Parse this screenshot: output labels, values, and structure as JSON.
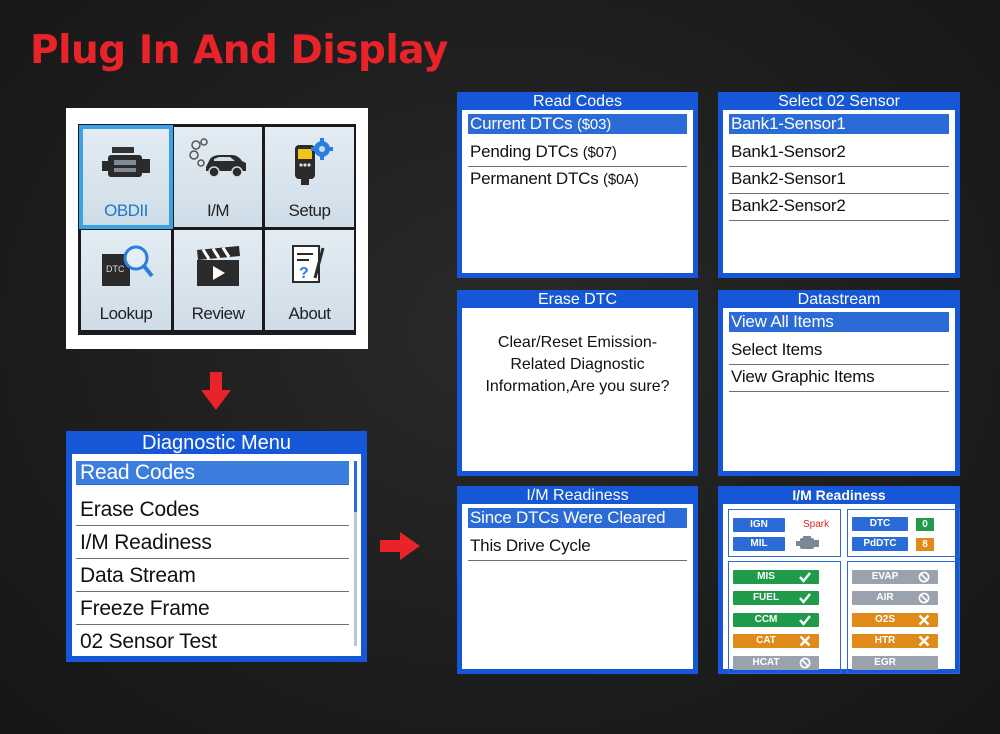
{
  "headline": "Plug In And Display",
  "main_menu": {
    "tiles": [
      {
        "label": "OBDII",
        "icon": "engine-icon",
        "selected": true
      },
      {
        "label": "I/M",
        "icon": "car-emission-icon"
      },
      {
        "label": "Setup",
        "icon": "scanner-gear-icon"
      },
      {
        "label": "Lookup",
        "icon": "dtc-magnifier-icon",
        "badge": "DTC"
      },
      {
        "label": "Review",
        "icon": "clapperboard-icon"
      },
      {
        "label": "About",
        "icon": "document-question-icon"
      }
    ]
  },
  "diagnostic_menu": {
    "title": "Diagnostic Menu",
    "items": [
      "Read Codes",
      "Erase Codes",
      "I/M Readiness",
      "Data Stream",
      "Freeze Frame",
      "02 Sensor Test"
    ],
    "selected_index": 0
  },
  "read_codes": {
    "title": "Read Codes",
    "items": [
      {
        "label": "Current DTCs ",
        "code": "($03)"
      },
      {
        "label": "Pending DTCs ",
        "code": "($07)"
      },
      {
        "label": "Permanent DTCs ",
        "code": "($0A)"
      }
    ]
  },
  "select_o2": {
    "title": "Select 02 Sensor",
    "items": [
      "Bank1-Sensor1",
      "Bank1-Sensor2",
      "Bank2-Sensor1",
      "Bank2-Sensor2"
    ]
  },
  "erase_dtc": {
    "title": "Erase DTC",
    "lines": [
      "Clear/Reset Emission-",
      "Related Diagnostic",
      "Information,Are you sure?"
    ]
  },
  "datastream": {
    "title": "Datastream",
    "items": [
      "View All Items",
      "Select Items",
      "View Graphic Items"
    ]
  },
  "im_readiness_menu": {
    "title": "I/M Readiness",
    "items": [
      "Since DTCs Were Cleared",
      "This Drive Cycle"
    ]
  },
  "im_readiness_status": {
    "title": "I/M Readiness",
    "ign": "IGN",
    "spark": "Spark",
    "mil": "MIL",
    "dtc": "DTC",
    "dtc_value": "0",
    "pddtc": "PdDTC",
    "pddtc_value": "8",
    "left_monitors": [
      {
        "name": "MIS",
        "status": "check",
        "color": "#1f9b4a"
      },
      {
        "name": "FUEL",
        "status": "check",
        "color": "#1f9b4a"
      },
      {
        "name": "CCM",
        "status": "check",
        "color": "#1f9b4a"
      },
      {
        "name": "CAT",
        "status": "cross",
        "color": "#e08a1a"
      },
      {
        "name": "HCAT",
        "status": "na",
        "color": "#9aa3ad"
      }
    ],
    "right_monitors": [
      {
        "name": "EVAP",
        "status": "na",
        "color": "#9aa3ad"
      },
      {
        "name": "AIR",
        "status": "na",
        "color": "#9aa3ad"
      },
      {
        "name": "O2S",
        "status": "cross",
        "color": "#e08a1a"
      },
      {
        "name": "HTR",
        "status": "cross",
        "color": "#e08a1a"
      },
      {
        "name": "EGR",
        "status": "none",
        "color": "#9aa3ad"
      }
    ]
  },
  "colors": {
    "accent_red": "#e8242a",
    "screen_blue": "#1557d6",
    "highlight_blue": "#2a6bd8"
  }
}
